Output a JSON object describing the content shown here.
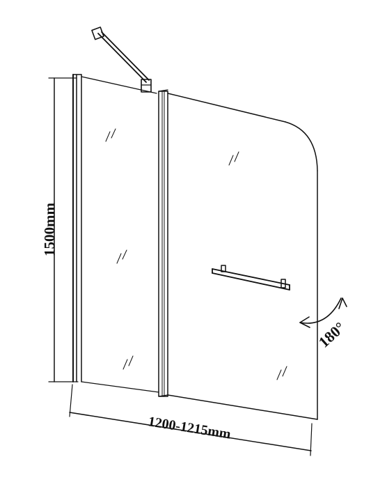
{
  "dimensions": {
    "height_label": "1500mm",
    "width_label": "1200-1215mm",
    "rotation_label": "180°"
  },
  "colors": {
    "line": "#111111",
    "background": "#ffffff"
  }
}
